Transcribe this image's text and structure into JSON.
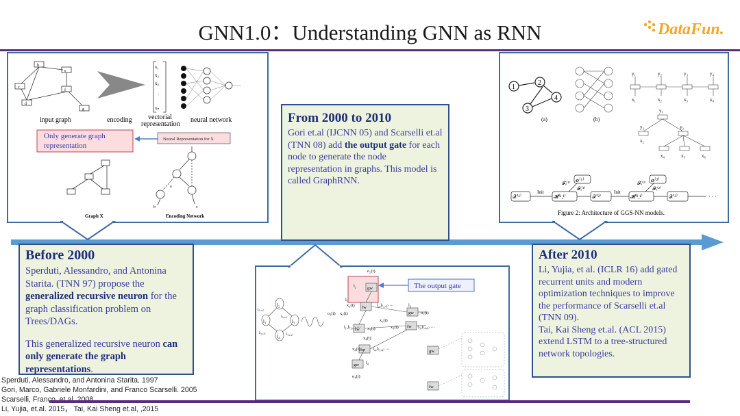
{
  "slide": {
    "title": "GNN1.0：Understanding GNN as RNN",
    "logo_text": "DataFun.",
    "accent_color": "#5a2a78",
    "arrow_color": "#5b9bd5",
    "logo_color": "#f5a623"
  },
  "before": {
    "heading": "Before 2000",
    "p1_a": "Sperduti, Alessandro, and Antonina Starita. (TNN 97) propose the ",
    "p1_b": "generalized recursive neuron",
    "p1_c": " for the graph classification problem on Trees/DAGs.",
    "p2_a": "This generalized recursive neuron ",
    "p2_b": "can only generate the graph representations",
    "p2_c": "."
  },
  "middle": {
    "heading": "From 2000 to 2010",
    "p_a": "Gori et.al (IJCNN 05) and Scarselli et.al (TNN 08) add ",
    "p_b": "the output gate",
    "p_c": " for each node to generate the node representation in graphs. This model is called GraphRNN."
  },
  "after": {
    "heading": "After 2010",
    "p1": "Li, Yujia, et al. (ICLR 16)  add gated recurrent units and modern optimization techniques to improve the performance of Scarselli et.al (TNN 09).",
    "p2": "Tai, Kai Sheng et.al. (ACL 2015) extend LSTM to a tree-structured network topologies."
  },
  "fig1": {
    "label_input_graph": "input graph",
    "label_encoding": "encoding",
    "label_vectorial_1": "vectorial",
    "label_vectorial_2": "representation",
    "label_neural_network": "neural network",
    "note_1": "Only generate graph",
    "note_2": "representation",
    "nr_label": "Neural Representation for X",
    "label_graph_x": "Graph  X",
    "label_encoding_network": "Encoding Network",
    "node_b": "b",
    "node_e": "e",
    "node_c": "c",
    "node_f": "f",
    "node_d": "d",
    "node_g": "g",
    "node_a": "a",
    "vec_1": "x₁",
    "vec_2": "x₂",
    "vec_3": "x₃",
    "vec_n": "xₙ",
    "en_a": "a",
    "en_b": "b",
    "en_c": "c"
  },
  "fig2": {
    "output_gate_label": "The output gate",
    "l2": "l₂",
    "gw": "gw",
    "fw": "fw",
    "o2": "o₂(t)",
    "l1": "l₁",
    "l3": "l₃",
    "l4": "l₄",
    "o1": "o₁(t)",
    "o3": "o₃(t)",
    "o4": "o₄(t)",
    "x1": "x₁(t)",
    "x2": "x₂(t)",
    "x3": "x₃(t)",
    "x4": "x₄(t)",
    "e12": "l₍₁,₂₎",
    "e23": "l₍₂,₃₎",
    "e14": "l₍₁,₄₎",
    "e43": "l₍₄,₃₎",
    "row_a": "l₂,l₍₂,₃₎ ···",
    "row_b": "l₁,l₍₁,₂₎ ···",
    "row_c": "l₃,l₍₄,₃₎ ···",
    "row_d": "l₄,l₍₁,₄₎ ···"
  },
  "fig3": {
    "caption_a": "(a)",
    "caption_b": "(b)",
    "caption": "Figure 2: Architecture of GGS-NN models.",
    "n1": "1",
    "n2": "2",
    "n3": "3",
    "n4": "4",
    "init": "Init",
    "x1": "𝒳⁽¹⁾",
    "h11": "𝓗⁽¹,¹⁾",
    "x2": "𝒳⁽²⁾",
    "h21": "𝓗⁽²,¹⁾",
    "x3": "𝒳⁽³⁾",
    "o1": "𝒐⁽¹⁾",
    "o2": "𝒐⁽²⁾",
    "fo1": "𝓕ₒ⁽¹⁾",
    "fx1": "𝓕ₓ⁽¹⁾",
    "fo2": "𝓕ₒ⁽²⁾",
    "fx2": "𝓕ₓ⁽²⁾",
    "dots": "· · ·",
    "y1": "y₁",
    "y2": "y₂",
    "y3": "y₃",
    "y4": "y₄",
    "xx1": "x₁",
    "xx2": "x₂",
    "xx3": "x₃",
    "xx4": "x₄",
    "xx5": "x₅",
    "xx6": "x₆"
  },
  "refs": [
    "Sperduti, Alessandro, and Antonina Starita. 1997",
    "Gori, Marco, Gabriele Monfardini, and Franco Scarselli. 2005",
    "Scarselli, Franco, et.al. 2008",
    "Li, Yujia, et.al. 2015， Tai, Kai Sheng et.al, ,2015"
  ]
}
